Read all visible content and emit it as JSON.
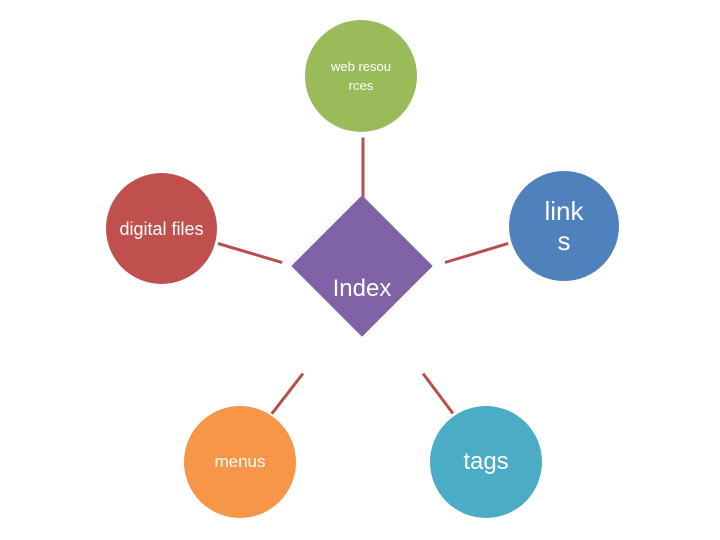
{
  "diagram": {
    "center": {
      "label": "Index",
      "color": "#7f63a6"
    },
    "nodes": {
      "web_resources": {
        "label": "web resources",
        "color": "#9abb59"
      },
      "digital_files": {
        "label": "digital files",
        "color": "#c0504d"
      },
      "links": {
        "label": "links",
        "color": "#4f81bd"
      },
      "menus": {
        "label": "menus",
        "color": "#f79646"
      },
      "tags": {
        "label": "tags",
        "color": "#4bacc6"
      }
    },
    "connector_color": "#b5504d"
  }
}
